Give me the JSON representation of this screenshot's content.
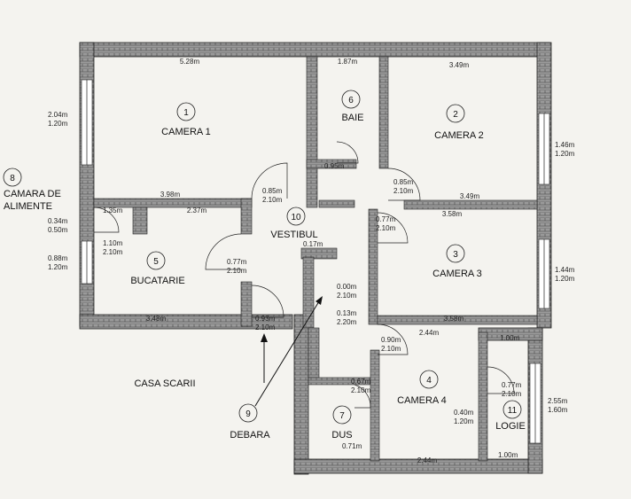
{
  "rooms": {
    "camera1": {
      "number": "1",
      "name": "CAMERA 1"
    },
    "camera2": {
      "number": "2",
      "name": "CAMERA 2"
    },
    "camera3": {
      "number": "3",
      "name": "CAMERA 3"
    },
    "camera4": {
      "number": "4",
      "name": "CAMERA 4"
    },
    "bucatarie": {
      "number": "5",
      "name": "BUCATARIE"
    },
    "baie": {
      "number": "6",
      "name": "BAIE"
    },
    "dus": {
      "number": "7",
      "name": "DUS"
    },
    "camara": {
      "number": "8",
      "name_line1": "CAMARA DE",
      "name_line2": "ALIMENTE"
    },
    "debara": {
      "number": "9",
      "name": "DEBARA"
    },
    "vestibul": {
      "number": "10",
      "name": "VESTIBUL"
    },
    "logie": {
      "number": "11",
      "name": "LOGIE"
    }
  },
  "casa_scarii": "CASA SCARII",
  "dims": {
    "c1_top": "5.28m",
    "c1_bottom": "3.98m",
    "c1_win_a": "2.04m",
    "c1_win_b": "1.20m",
    "baie_top": "1.87m",
    "c2_top": "3.49m",
    "c2_bottom": "3.49m",
    "c2_win_a": "1.46m",
    "c2_win_b": "1.20m",
    "buc_top": "2.37m",
    "buc_bottom": "3.48m",
    "buc_win_a": "0.88m",
    "buc_win_b": "1.20m",
    "cam_a": "0.34m",
    "cam_b": "0.50m",
    "cam_door_a": "1.10m",
    "cam_door_b": "2.10m",
    "cam_w": "1.35m",
    "c3_top": "3.58m",
    "c3_bottom": "3.58m",
    "c3_win_a": "1.44m",
    "c3_win_b": "1.20m",
    "c4_top": "2.44m",
    "c4_bottom": "2.44m",
    "logie_w": "1.00m",
    "logie_bottom": "1.00m",
    "logie_win_a": "2.55m",
    "logie_win_b": "1.60m",
    "door_a": "0.85m",
    "door_b": "2.10m",
    "door_c": "0.77m",
    "door_d": "2.10m",
    "door_e": "0.93m",
    "door_f": "2.10m",
    "door_g": "0.90m",
    "door_h": "2.10m",
    "door_i": "0.67m",
    "door_j": "2.10m",
    "door_k": "0.77m",
    "door_l": "2.10m",
    "door_m": "0.40m",
    "door_n": "1.20m",
    "deb_a": "0.13m",
    "deb_b": "2.20m",
    "deb_c": "0.00m",
    "deb_d": "2.10m",
    "v_a": "0.17m",
    "dus_w": "0.71m",
    "baie_w": "0.95m"
  }
}
